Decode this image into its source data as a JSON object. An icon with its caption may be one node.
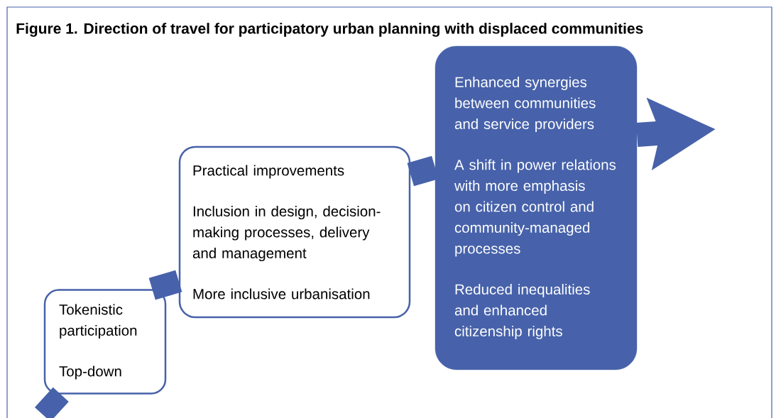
{
  "diagram": {
    "title": "Figure 1. Direction of travel for participatory urban planning with displaced communities",
    "nodes": [
      {
        "text": [
          "Tokenistic participation",
          "Top-down"
        ]
      },
      {
        "text": [
          "Practical improvements",
          "Inclusion in design, decision-making processes, delivery and management",
          "More inclusive urbanisation"
        ]
      },
      {
        "text": [
          "Enhanced synergies between communities and service providers",
          "A shift in power relations with more emphasis on citizen control and community-managed processes",
          "Reduced inequalities and enhanced citizenship rights"
        ]
      }
    ],
    "edges": [
      {
        "from": null,
        "to": 0,
        "arrow": "none"
      },
      {
        "from": 0,
        "to": 1,
        "arrow": "none"
      },
      {
        "from": 1,
        "to": 2,
        "arrow": "none"
      },
      {
        "from": 2,
        "to": null,
        "arrow": "to"
      }
    ]
  }
}
